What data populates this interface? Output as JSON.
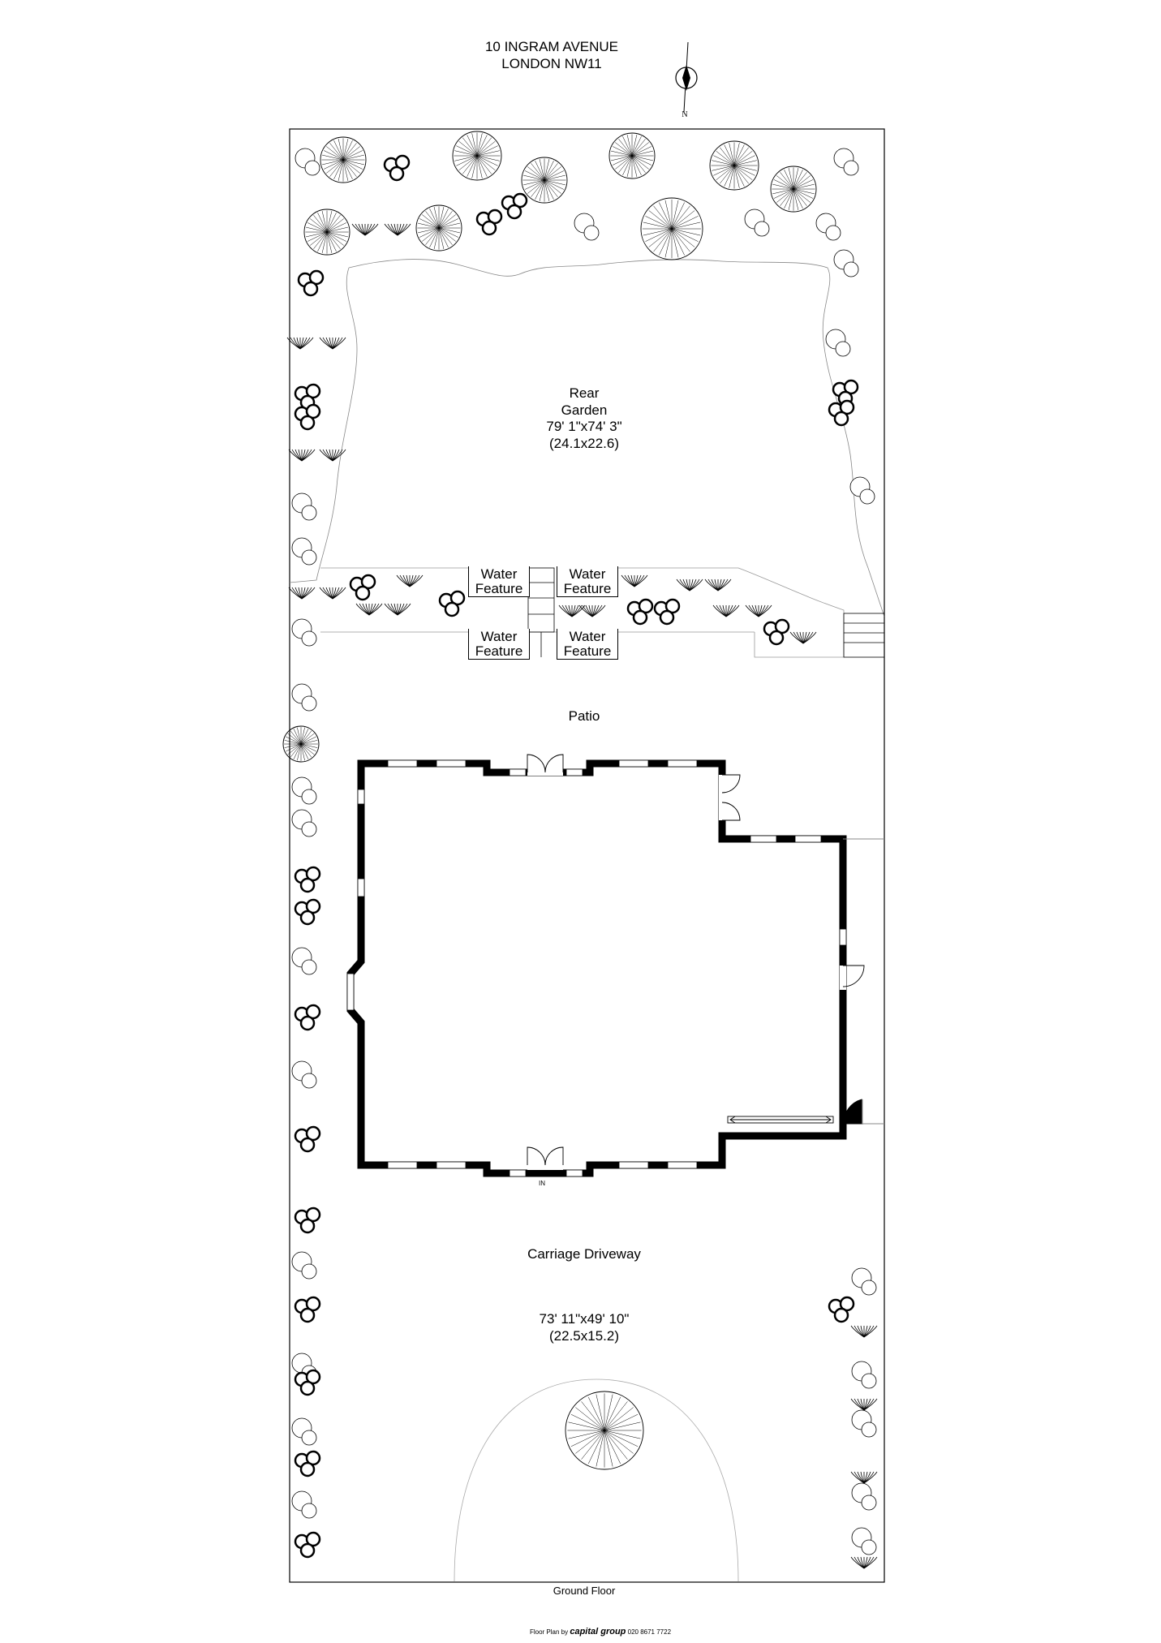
{
  "address": {
    "line1": "10 INGRAM AVENUE",
    "line2": "LONDON NW11"
  },
  "compass": {
    "letter": "N"
  },
  "rooms": {
    "rear_garden": {
      "name_line1": "Rear",
      "name_line2": "Garden",
      "imperial": "79' 1\"x74' 3\"",
      "metric": "(24.1x22.6)"
    },
    "patio": {
      "name": "Patio"
    },
    "driveway": {
      "name": "Carriage Driveway",
      "imperial": "73' 11\"x49' 10\"",
      "metric": "(22.5x15.2)"
    }
  },
  "water_features": [
    {
      "line1": "Water",
      "line2": "Feature"
    },
    {
      "line1": "Water",
      "line2": "Feature"
    },
    {
      "line1": "Water",
      "line2": "Feature"
    },
    {
      "line1": "Water",
      "line2": "Feature"
    }
  ],
  "entrance_label": "IN",
  "floor_label": "Ground Floor",
  "credit": {
    "prefix": "Floor Plan by",
    "brand": "capital group",
    "phone": "020 8671 7722"
  },
  "colors": {
    "line": "#000000",
    "paper": "#ffffff"
  }
}
